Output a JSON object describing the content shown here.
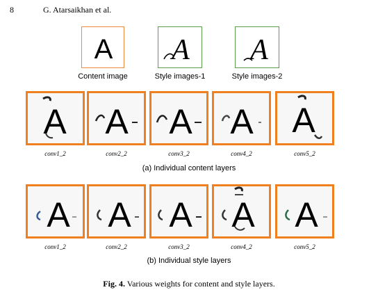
{
  "header": {
    "page_number": "8",
    "running_head": "G. Atarsaikhan et al."
  },
  "top_row": {
    "content": {
      "label": "Content image",
      "letter": "A"
    },
    "style1": {
      "label": "Style images-1",
      "letter": "A"
    },
    "style2": {
      "label": "Style images-2",
      "letter": "A"
    }
  },
  "content_layers": {
    "caption": "(a) Individual content layers",
    "cells": [
      {
        "label": "conv1_2",
        "letter": "A"
      },
      {
        "label": "conv2_2",
        "letter": "A"
      },
      {
        "label": "conv3_2",
        "letter": "A"
      },
      {
        "label": "conv4_2",
        "letter": "A"
      },
      {
        "label": "conv5_2",
        "letter": "A"
      }
    ]
  },
  "style_layers": {
    "caption": "(b) Individual style layers",
    "cells": [
      {
        "label": "conv1_2",
        "letter": "A"
      },
      {
        "label": "conv2_2",
        "letter": "A"
      },
      {
        "label": "conv3_2",
        "letter": "A"
      },
      {
        "label": "conv4_2",
        "letter": "A"
      },
      {
        "label": "conv5_2",
        "letter": "A"
      }
    ]
  },
  "figure_caption": {
    "label": "Fig. 4.",
    "text": "Various weights for content and style layers."
  },
  "colors": {
    "highlight_border": "#f07f20",
    "content_border": "#ef8a3c",
    "style_border": "#5b9a46"
  }
}
